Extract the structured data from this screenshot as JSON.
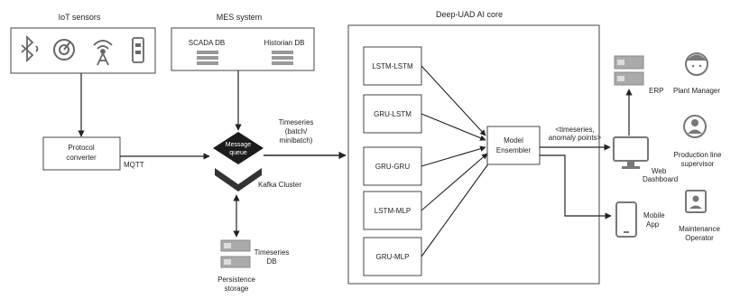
{
  "sections": {
    "iot": "IoT sensors",
    "mes": "MES system",
    "core": "Deep-UAD AI core"
  },
  "mes": {
    "scada": "SCADA DB",
    "historian": "Historian DB"
  },
  "protocol": [
    "Protocol",
    "converter"
  ],
  "mqtt": "MQTT",
  "queue": [
    "Message",
    "queue"
  ],
  "kafka": "Kafka Cluster",
  "timeseries_flow": [
    "Timeseries",
    "(batch/",
    "minibatch)"
  ],
  "timeseries_db": [
    "Timeseries",
    "DB"
  ],
  "persistence": [
    "Persistence",
    "storage"
  ],
  "models": [
    "LSTM-LSTM",
    "GRU-LSTM",
    "GRU-GRU",
    "LSTM-MLP",
    "GRU-MLP"
  ],
  "ensembler": [
    "Model",
    "Ensembler"
  ],
  "output_flow": [
    "<timeseries,",
    "anomaly points>"
  ],
  "erp": "ERP",
  "web": [
    "Web",
    "Dashboard"
  ],
  "mobile": [
    "Mobile",
    "App"
  ],
  "roles": {
    "plant_manager": [
      "Plant Manager"
    ],
    "supervisor": [
      "Production line",
      "supervisor"
    ],
    "maintenance": [
      "Maintenance",
      "Operator"
    ]
  }
}
